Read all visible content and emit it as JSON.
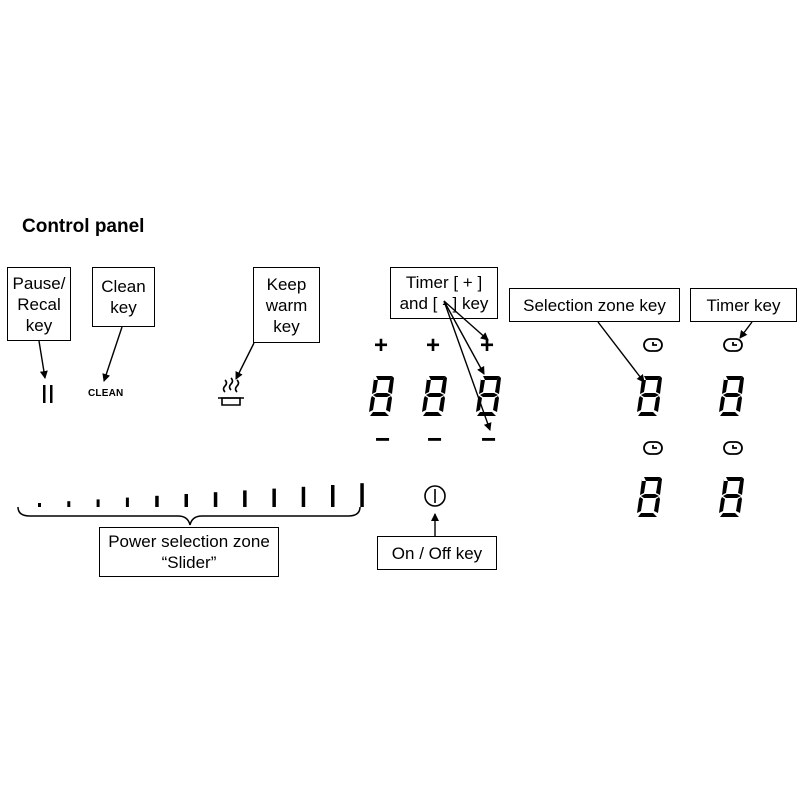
{
  "title": "Control panel",
  "labels": {
    "pause": "Pause/\nRecal\nkey",
    "clean": "Clean\nkey",
    "keep_warm": "Keep\nwarm\nkey",
    "timer_pm": "Timer [ + ]\nand [ - ] key",
    "selection_zone": "Selection zone key",
    "timer_key": "Timer key",
    "power_zone": "Power selection zone\n“Slider”",
    "on_off": "On / Off key"
  },
  "panel": {
    "clean_text": "CLEAN",
    "plus_sign": "+",
    "minus_sign": "−",
    "digit": "8",
    "slider_levels": 12
  },
  "icons": [
    "pause-icon",
    "keep-warm-pot-icon",
    "timer-clock-icon",
    "power-icon",
    "seven-segment-digit"
  ]
}
